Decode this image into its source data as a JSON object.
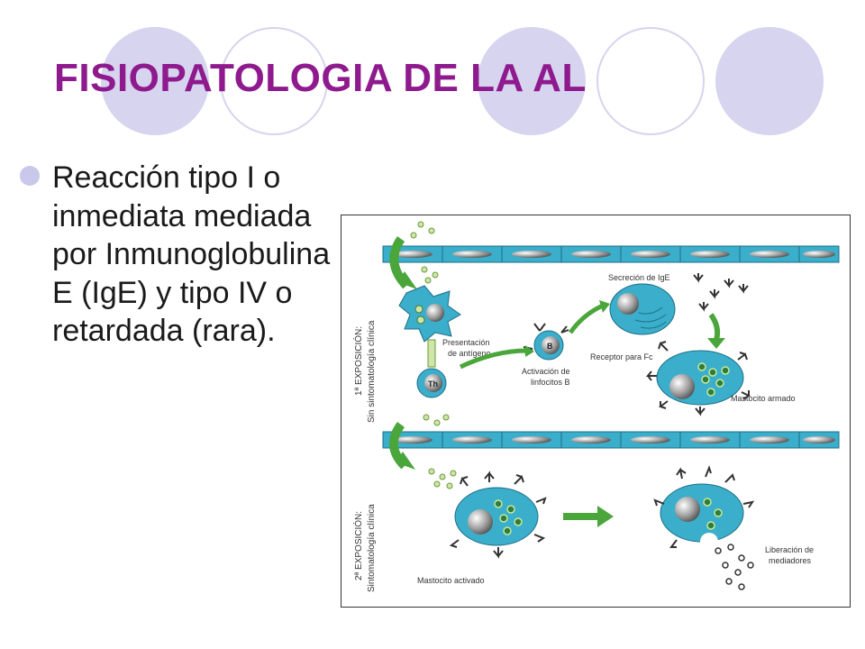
{
  "slide": {
    "title": "FISIOPATOLOGIA DE LA AL",
    "bullet": "Reacción tipo I o inmediata mediada por Inmunoglobulina E (IgE) y tipo IV o retardada (rara).",
    "accent_color": "#8e1a8e",
    "decor_color": "#d6d4ee"
  },
  "diagram": {
    "first_exposure": {
      "line1": "1ª EXPOSICIÓN:",
      "line2": "Sin sintomatología clínica"
    },
    "second_exposure": {
      "line1": "2ª EXPOSICIÓN:",
      "line2": "Sintomatología clínica"
    },
    "labels": {
      "presentation_1": "Presentación",
      "presentation_2": "de antígeno",
      "th": "Th",
      "b": "B",
      "activation_1": "Activación de",
      "activation_2": "linfocitos B",
      "ige_secretion": "Secreción de IgE",
      "fc_receptor": "Receptor para Fc",
      "armed_mast": "Mastocito armado",
      "activated_mast": "Mastocito activado",
      "release_1": "Liberación de",
      "release_2": "mediadores"
    }
  }
}
